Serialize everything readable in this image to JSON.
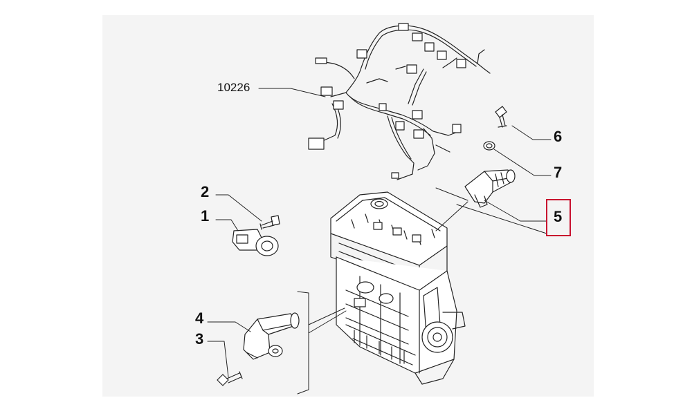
{
  "diagram": {
    "callouts": {
      "harness": "10226",
      "bolt_top": "6",
      "washer": "7",
      "cam_sensor": "5",
      "bolt_knock": "2",
      "knock_sensor": "1",
      "crank_sensor": "4",
      "bolt_crank": "3"
    },
    "highlighted_callout": "5",
    "colors": {
      "line": "#222222",
      "highlight": "#c8102e",
      "panel": "#f4f4f4"
    }
  }
}
